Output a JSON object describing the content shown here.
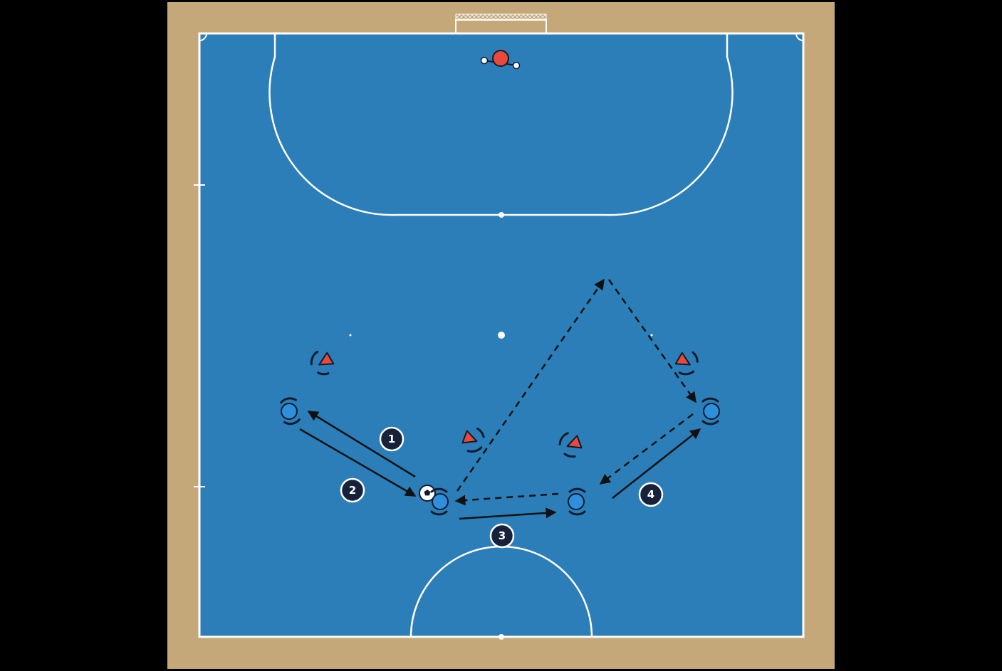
{
  "colors": {
    "background": "#000000",
    "surround": "#c4a87a",
    "court": "#2b7eb7",
    "lines": "#ffffff",
    "attacker": "#2e8fdc",
    "defender": "#e8493a",
    "goalkeeper": "#e8493a",
    "outline": "#0f1b2d",
    "marker": "#17213a"
  },
  "step_markers": [
    {
      "label": "1"
    },
    {
      "label": "2"
    },
    {
      "label": "3"
    },
    {
      "label": "4"
    }
  ],
  "icons": {
    "ball": "soccer-ball-icon",
    "attacker": "attacker-player-icon",
    "defender": "defender-player-icon",
    "goalkeeper": "goalkeeper-icon",
    "goal": "goal-net-icon"
  },
  "movements": [
    {
      "step": "1",
      "type": "pass",
      "style": "solid"
    },
    {
      "step": "2",
      "type": "pass",
      "style": "solid"
    },
    {
      "step": "3",
      "type": "pass",
      "style": "solid"
    },
    {
      "step": "4",
      "type": "pass",
      "style": "solid"
    },
    {
      "type": "run",
      "style": "dashed"
    },
    {
      "type": "run",
      "style": "dashed"
    },
    {
      "type": "run",
      "style": "dashed"
    },
    {
      "type": "run",
      "style": "dashed"
    }
  ]
}
